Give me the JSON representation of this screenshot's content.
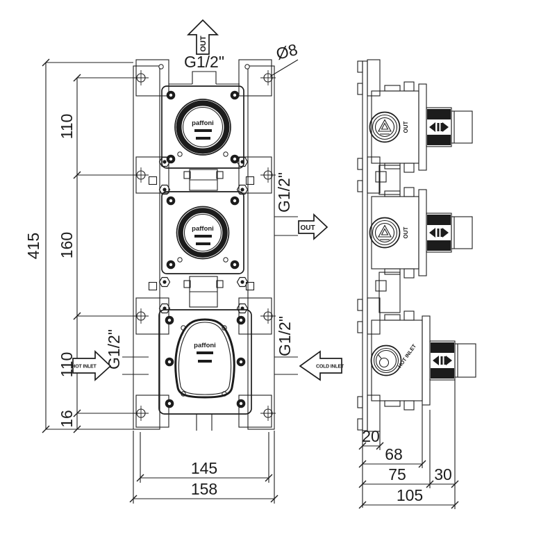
{
  "front_view": {
    "dims": {
      "total_height": "415",
      "seg_top": "110",
      "seg_mid": "160",
      "seg_bottom": "110",
      "seg_base": "16",
      "inner_width": "145",
      "outer_width": "158"
    },
    "ports": {
      "top_thread": "G1/2\"",
      "mid_thread": "G1/2\"",
      "hot_thread": "G1/2\"",
      "cold_thread": "G1/2\"",
      "hole_diameter": "Ø8"
    },
    "flows": {
      "top_out": "OUT",
      "mid_out": "OUT",
      "hot": "HOT INLET",
      "cold": "COLD INLET"
    },
    "brand": "paffoni"
  },
  "side_view": {
    "dims": {
      "bracket_depth": "20",
      "body_depth": "68",
      "flange_depth": "75",
      "stem_depth": "30",
      "total_depth": "105"
    },
    "labels": {
      "top_out": "OUT",
      "mid_out": "OUT",
      "hot": "HOT INLET"
    }
  },
  "colors": {
    "line": "#1c1c1c",
    "background": "#ffffff"
  }
}
